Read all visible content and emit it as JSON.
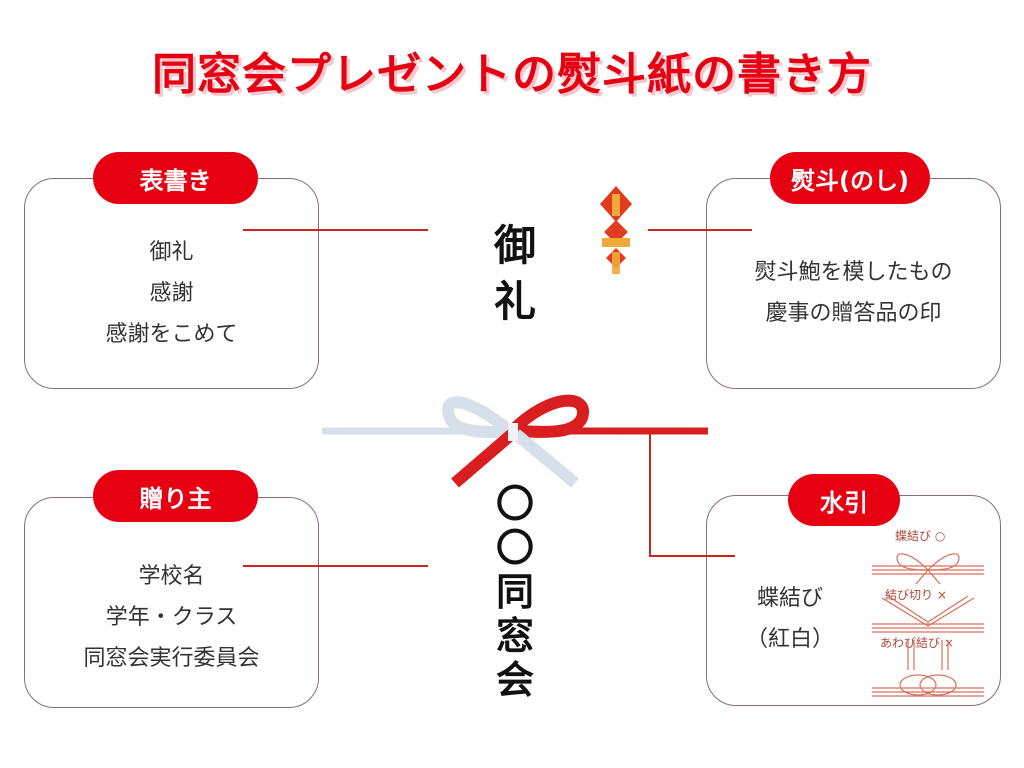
{
  "title": "同窓会プレゼントの熨斗紙の書き方",
  "sections": {
    "omotegaki": {
      "label": "表書き",
      "lines": [
        "御礼",
        "感謝",
        "感謝をこめて"
      ]
    },
    "noshi": {
      "label": "熨斗(のし)",
      "lines": [
        "熨斗鮑を模したもの",
        "慶事の贈答品の印"
      ]
    },
    "okurinushi": {
      "label": "贈り主",
      "lines": [
        "学校名",
        "学年・クラス",
        "同窓会実行委員会"
      ]
    },
    "mizuhiki": {
      "label": "水引",
      "lines": [
        "蝶結び",
        "（紅白）"
      ],
      "types": [
        {
          "name": "蝶結び ○"
        },
        {
          "name": "結び切り ×"
        },
        {
          "name": "あわび結び ×"
        }
      ]
    }
  },
  "envelope": {
    "upper": [
      "御",
      "礼"
    ],
    "lower": [
      "〇",
      "〇",
      "同",
      "窓",
      "会"
    ]
  },
  "colors": {
    "accent": "#e60012",
    "line": "#c8281e"
  }
}
